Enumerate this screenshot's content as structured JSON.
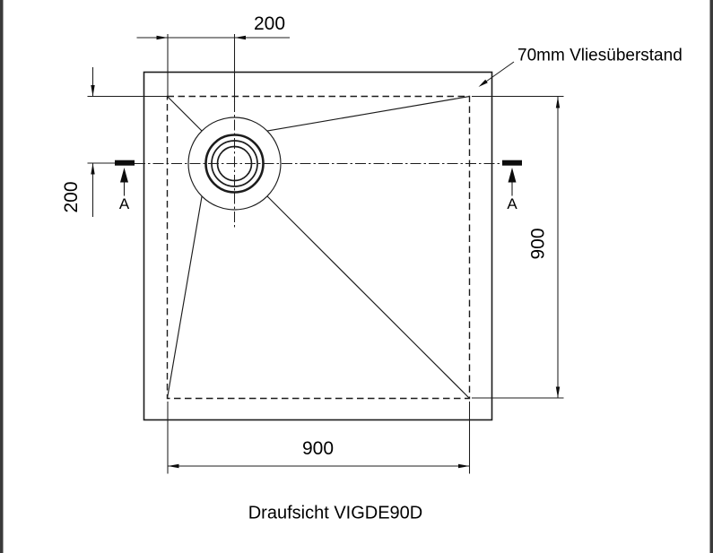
{
  "page": {
    "background": "#ffffff",
    "edge_bar_color": "#3a3a3a"
  },
  "drawing": {
    "title": "Draufsicht VIGDE90D",
    "annotation": {
      "label": "70mm Vliesüberstand"
    },
    "dimensions": {
      "top": {
        "value": "200"
      },
      "left": {
        "value": "200"
      },
      "right": {
        "value": "900"
      },
      "bottom": {
        "value": "900"
      }
    },
    "section_marker": {
      "label": "A"
    },
    "colors": {
      "line": "#1c1c1c",
      "text": "#000000"
    }
  }
}
